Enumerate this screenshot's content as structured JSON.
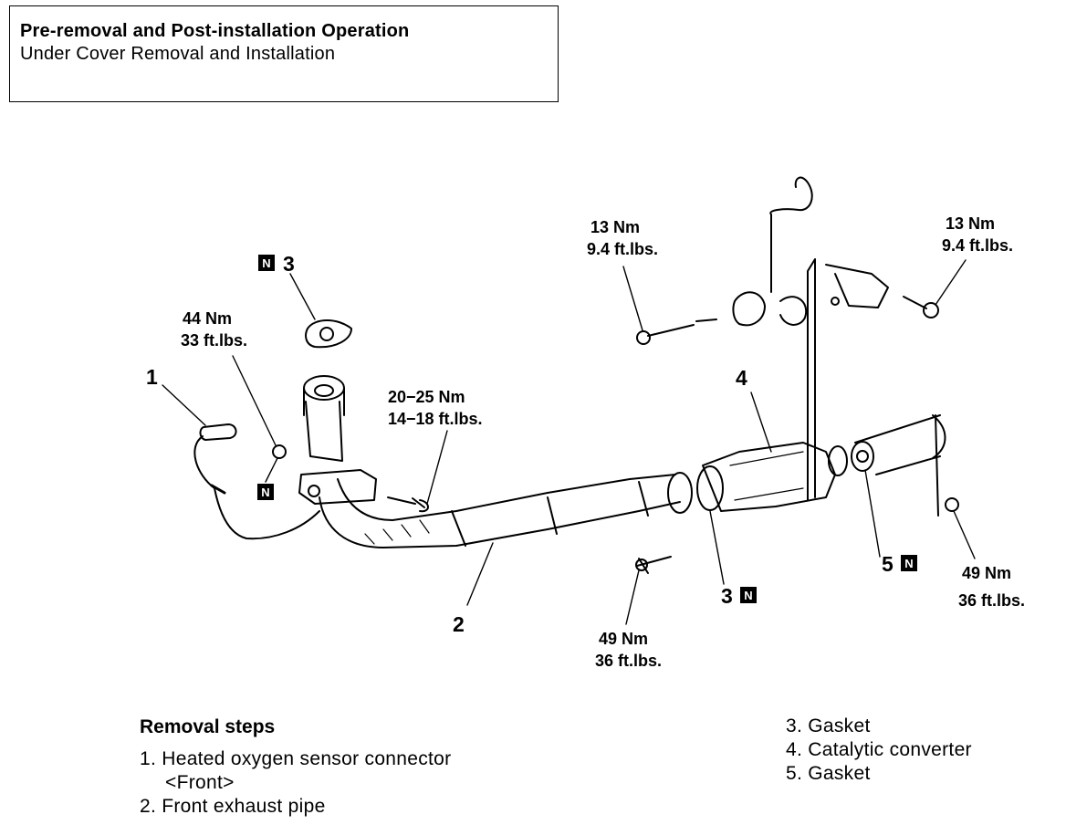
{
  "header": {
    "title": "Pre-removal and Post-installation Operation",
    "subtitle": "Under Cover Removal and Installation"
  },
  "torques": {
    "t1": [
      "13 Nm",
      "9.4 ft.lbs."
    ],
    "t2": [
      "13 Nm",
      "9.4 ft.lbs."
    ],
    "t3": [
      "44 Nm",
      "33 ft.lbs."
    ],
    "t4": [
      "20−25 Nm",
      "14−18 ft.lbs."
    ],
    "t5": [
      "49 Nm",
      "36 ft.lbs."
    ],
    "t6": [
      "49 Nm",
      "36 ft.lbs."
    ]
  },
  "callouts": {
    "c1": "1",
    "c2": "2",
    "c3_top": "3",
    "c3_mid": "3",
    "c4": "4",
    "c5": "5",
    "n_mark": "N"
  },
  "steps": {
    "heading": "Removal steps",
    "left": [
      "1. Heated oxygen sensor connector",
      "<Front>",
      "2. Front exhaust pipe"
    ],
    "right": [
      "3. Gasket",
      "4. Catalytic converter",
      "5. Gasket"
    ]
  }
}
